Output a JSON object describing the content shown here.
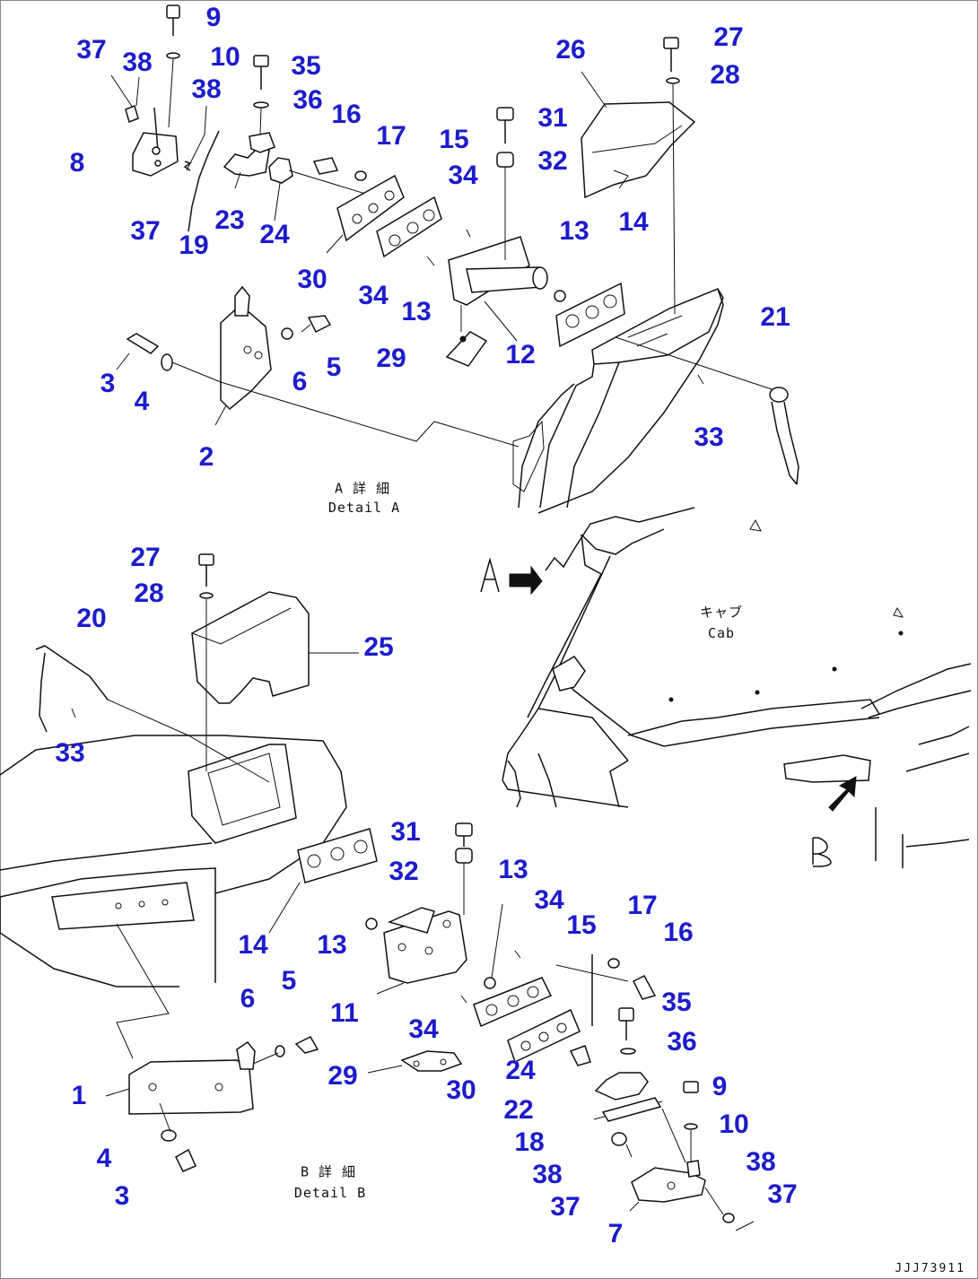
{
  "diagram": {
    "detail_a": {
      "title_jp": "A 詳 細",
      "title_en": "Detail A"
    },
    "detail_b": {
      "title_jp": "B 詳 細",
      "title_en": "Detail B"
    },
    "cab_label": {
      "jp": "キャブ",
      "en": "Cab"
    },
    "view_arrow_a": "A",
    "view_arrow_b": "B",
    "drawing_code": "JJJ73911",
    "accent_color": "#1c1ccc",
    "line_color": "#111111",
    "callouts_a": [
      "9",
      "37",
      "38",
      "10",
      "8",
      "38",
      "35",
      "36",
      "16",
      "17",
      "15",
      "26",
      "27",
      "28",
      "31",
      "32",
      "34",
      "37",
      "19",
      "23",
      "24",
      "30",
      "34",
      "13",
      "13",
      "14",
      "29",
      "12",
      "21",
      "3",
      "4",
      "6",
      "5",
      "2",
      "33"
    ],
    "callouts_b": [
      "27",
      "28",
      "20",
      "25",
      "33",
      "31",
      "32",
      "13",
      "34",
      "17",
      "16",
      "15",
      "14",
      "13",
      "35",
      "5",
      "6",
      "11",
      "34",
      "36",
      "29",
      "24",
      "22",
      "30",
      "9",
      "10",
      "18",
      "1",
      "4",
      "38",
      "37",
      "38",
      "37",
      "3",
      "7"
    ]
  }
}
